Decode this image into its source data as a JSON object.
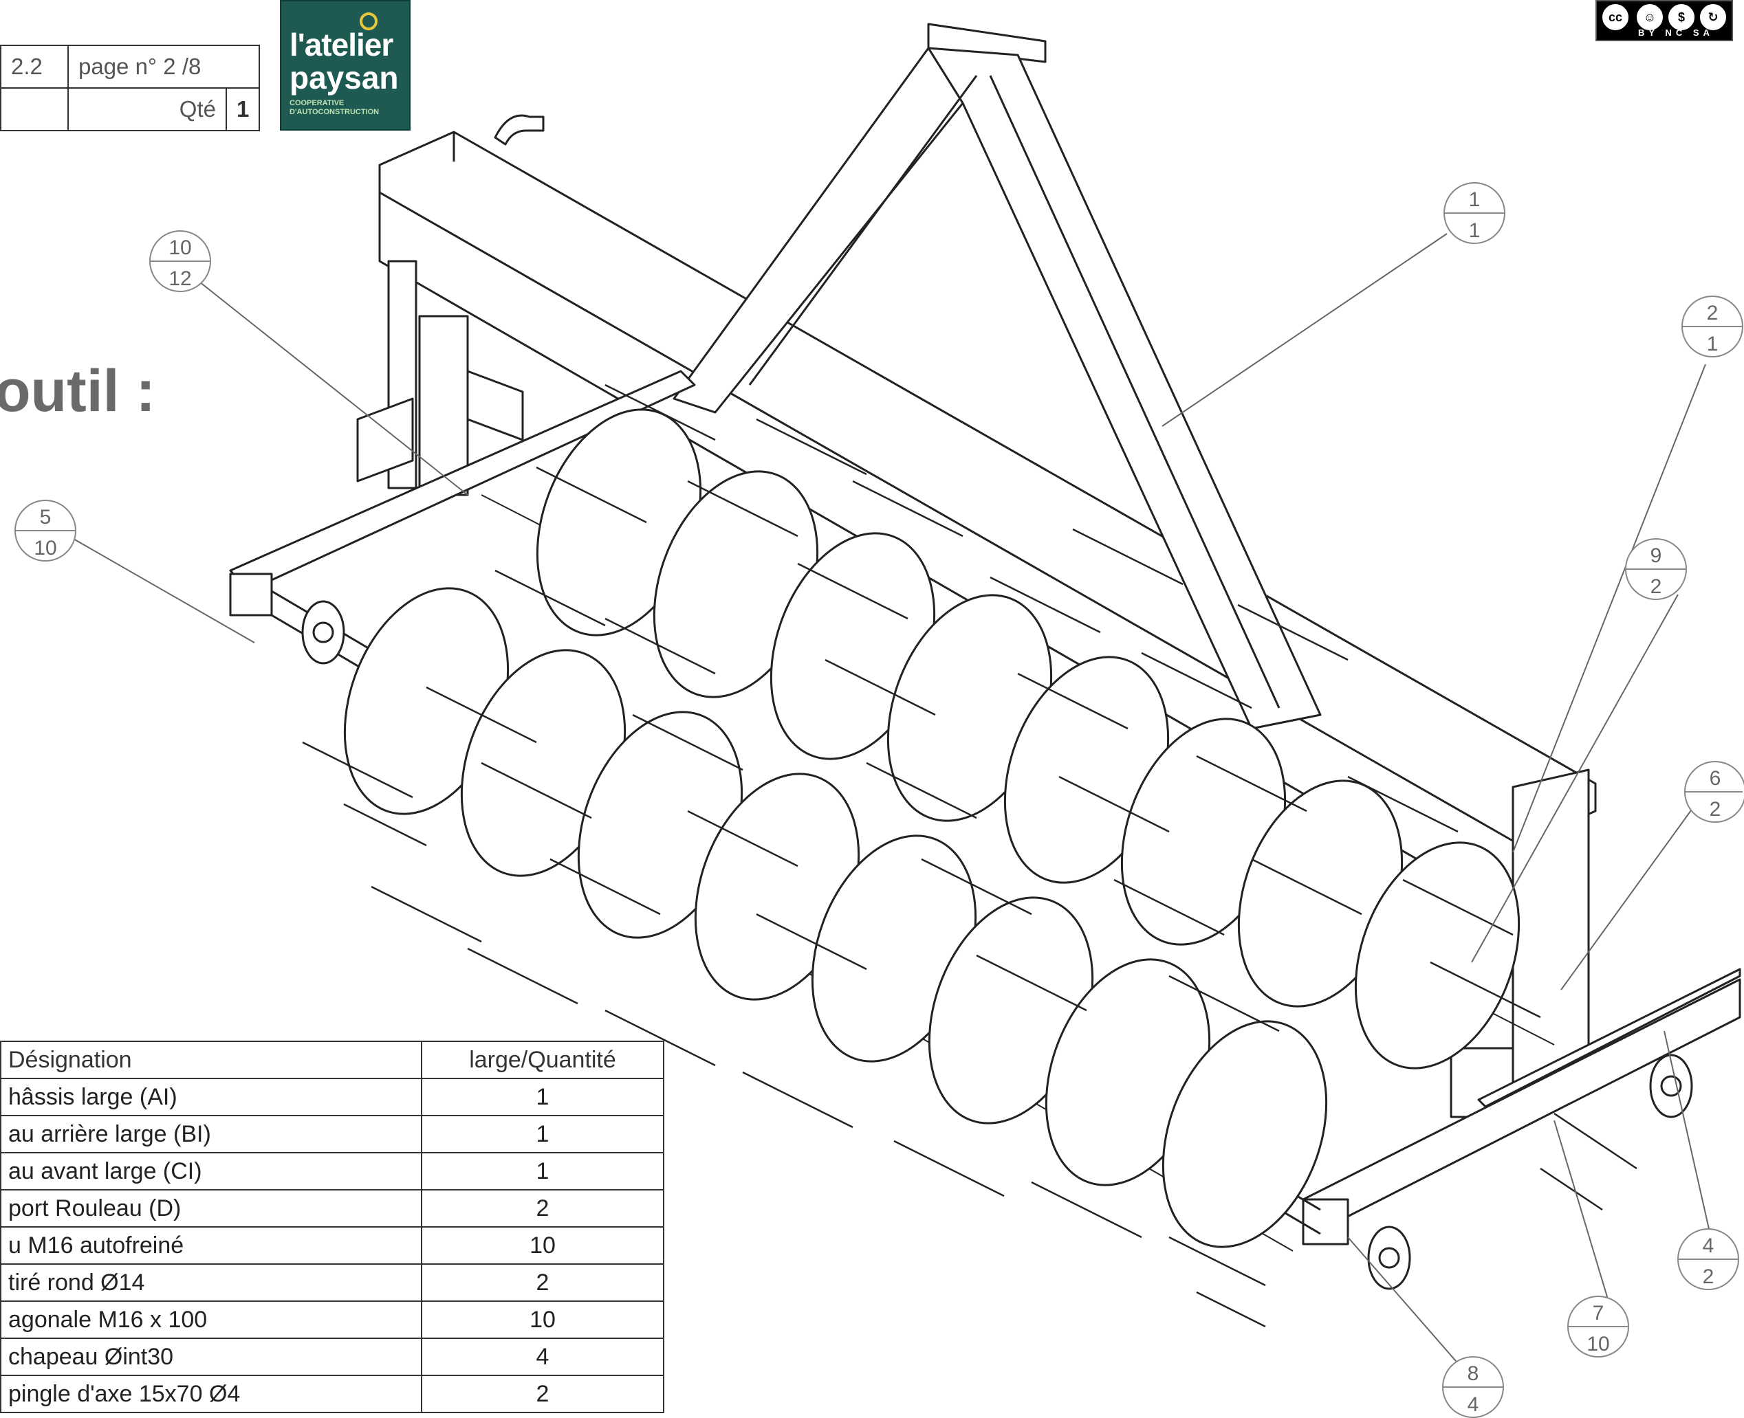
{
  "title_block": {
    "revision": "2.2",
    "page": "page n° 2",
    "page_total": "/8",
    "qty_label": "Qté",
    "qty_value": "1"
  },
  "logo": {
    "line1": "l'atelier",
    "line2": "paysan",
    "line3": "COOPERATIVE",
    "line4": "D'AUTOCONSTRUCTION"
  },
  "license": {
    "badge": "cc",
    "terms": "BY NC SA"
  },
  "heading": "outil :",
  "balloons": [
    {
      "item": "1",
      "qty": "1"
    },
    {
      "item": "2",
      "qty": "1"
    },
    {
      "item": "4",
      "qty": "2"
    },
    {
      "item": "5",
      "qty": "10"
    },
    {
      "item": "6",
      "qty": "2"
    },
    {
      "item": "7",
      "qty": "10"
    },
    {
      "item": "8",
      "qty": "4"
    },
    {
      "item": "9",
      "qty": "2"
    },
    {
      "item": "10",
      "qty": "12"
    }
  ],
  "parts_table": {
    "header": {
      "designation": "Désignation",
      "quantity": "large/Quantité"
    },
    "rows": [
      {
        "designation": "hâssis large (AI)",
        "quantity": "1"
      },
      {
        "designation": "au arrière large (BI)",
        "quantity": "1"
      },
      {
        "designation": "au avant large (CI)",
        "quantity": "1"
      },
      {
        "designation": "port Rouleau (D)",
        "quantity": "2"
      },
      {
        "designation": "u M16 autofreiné",
        "quantity": "10"
      },
      {
        "designation": "tiré rond Ø14",
        "quantity": "2"
      },
      {
        "designation": "agonale M16 x 100",
        "quantity": "10"
      },
      {
        "designation": " chapeau Øint30",
        "quantity": "4"
      },
      {
        "designation": "pingle d'axe 15x70 Ø4",
        "quantity": "2"
      }
    ]
  }
}
